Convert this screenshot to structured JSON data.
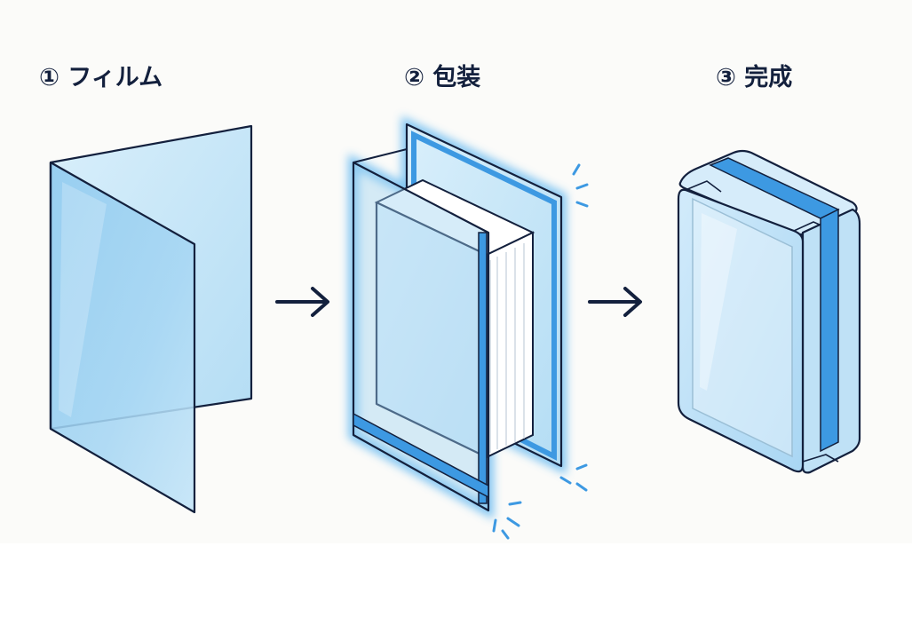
{
  "steps": [
    {
      "label": "① フィルム"
    },
    {
      "label": "② 包装"
    },
    {
      "label": "③ 完成"
    }
  ],
  "arrows": [
    {
      "from": "step-1",
      "to": "step-2",
      "icon": "right-arrow-icon"
    },
    {
      "from": "step-2",
      "to": "step-3",
      "icon": "right-arrow-icon"
    }
  ],
  "colors": {
    "ink": "#13203d",
    "film_fill": "#a9d7f2",
    "film_light": "#d8eefb",
    "seal_blue": "#3d99e2",
    "glow": "#5ab4f0",
    "background": "#fbfbf9"
  }
}
